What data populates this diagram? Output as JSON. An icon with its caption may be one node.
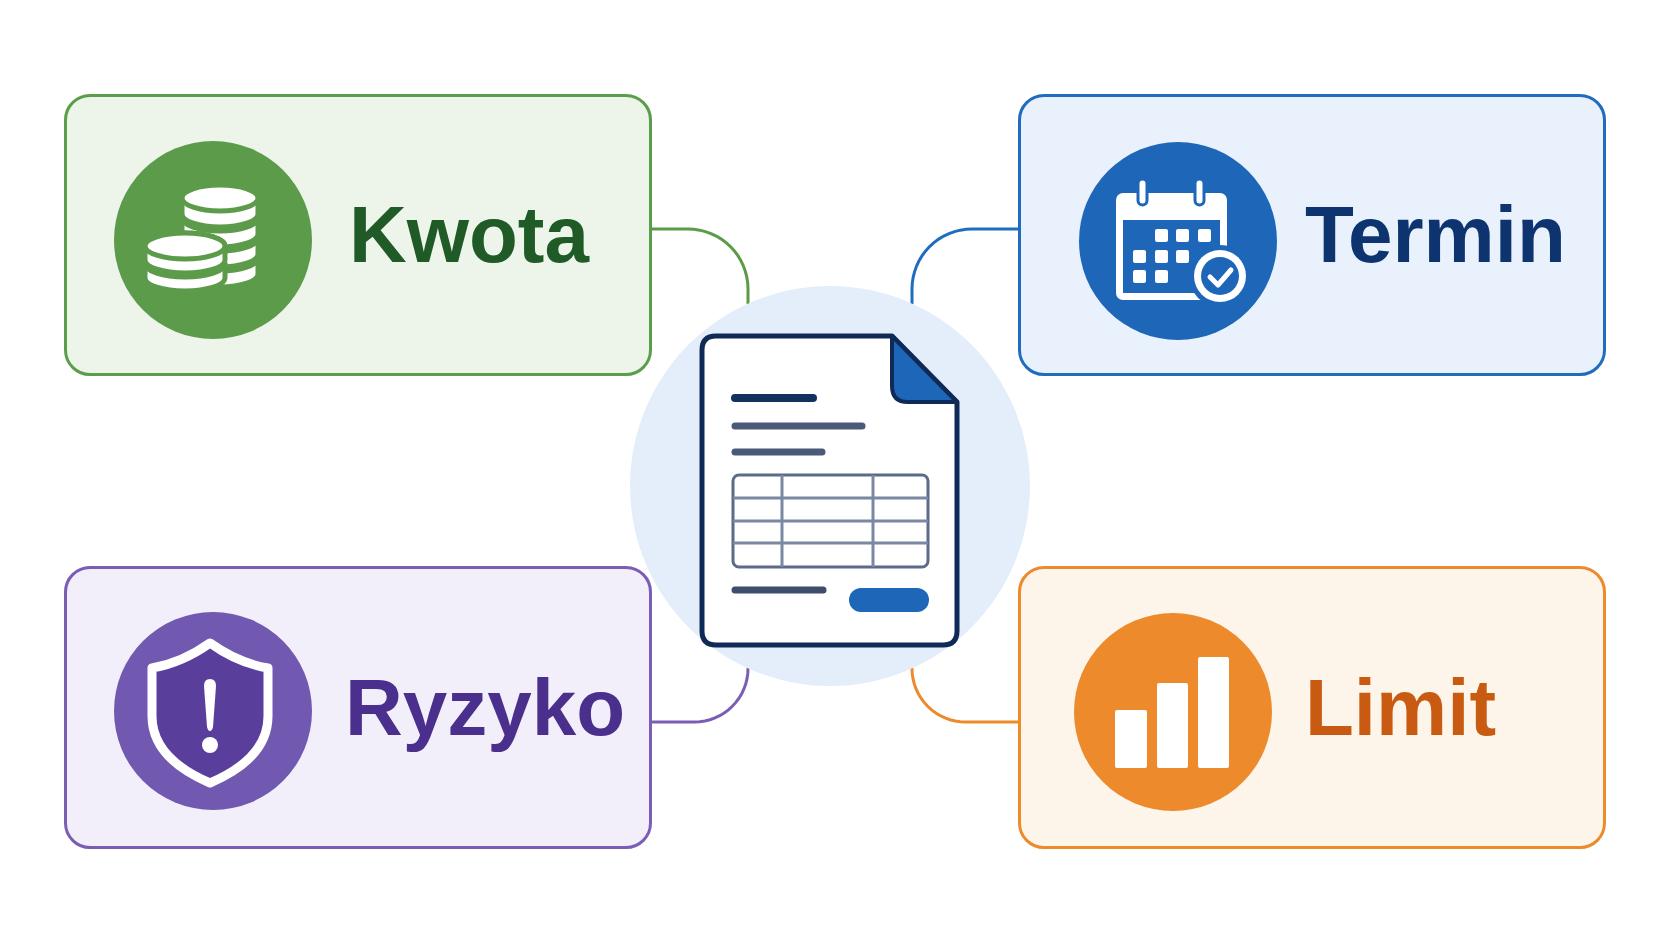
{
  "diagram": {
    "nodes": [
      {
        "text": [
          "Kwota"
        ]
      },
      {
        "text": [
          "Termin"
        ]
      },
      {
        "text": [],
        "shape": "circle"
      },
      {
        "text": [
          "Ryzyko"
        ]
      },
      {
        "text": [
          "Limit"
        ]
      }
    ],
    "edges": [
      {
        "from": 2,
        "to": 0,
        "arrow": "none",
        "color": "#5b9b48"
      },
      {
        "from": 2,
        "to": 1,
        "arrow": "none",
        "color": "#1f6cc0"
      },
      {
        "from": 2,
        "to": 3,
        "arrow": "none",
        "color": "#7a5db5"
      },
      {
        "from": 2,
        "to": 4,
        "arrow": "none",
        "color": "#ec8a2c"
      }
    ]
  }
}
